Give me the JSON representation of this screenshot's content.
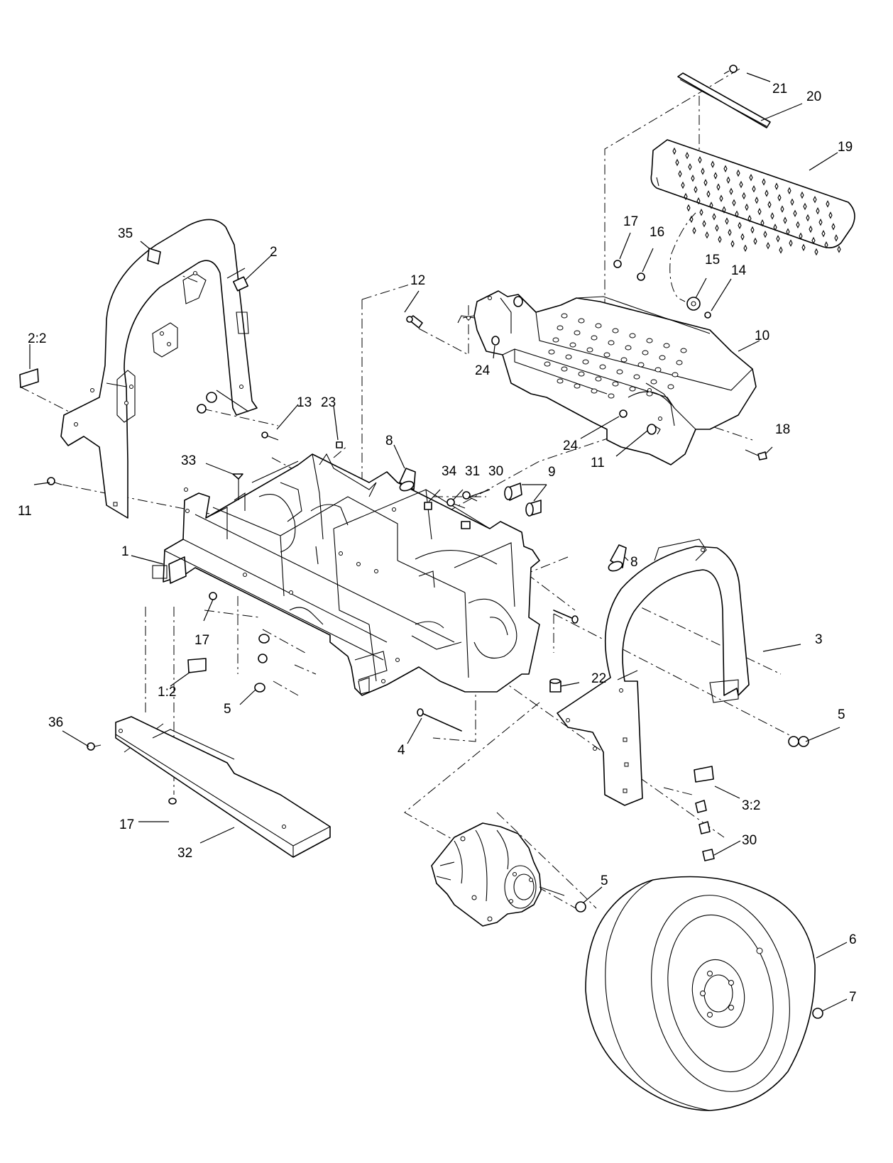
{
  "diagram": {
    "callouts": [
      {
        "id": "c21",
        "text": "21"
      },
      {
        "id": "c20",
        "text": "20"
      },
      {
        "id": "c19",
        "text": "19"
      },
      {
        "id": "c35",
        "text": "35"
      },
      {
        "id": "c2",
        "text": "2"
      },
      {
        "id": "c22_2",
        "text": "2:2"
      },
      {
        "id": "c12",
        "text": "12"
      },
      {
        "id": "c17a",
        "text": "17"
      },
      {
        "id": "c16",
        "text": "16"
      },
      {
        "id": "c15",
        "text": "15"
      },
      {
        "id": "c14",
        "text": "14"
      },
      {
        "id": "c10",
        "text": "10"
      },
      {
        "id": "c24a",
        "text": "24"
      },
      {
        "id": "c13",
        "text": "13"
      },
      {
        "id": "c23",
        "text": "23"
      },
      {
        "id": "c8a",
        "text": "8"
      },
      {
        "id": "c33",
        "text": "33"
      },
      {
        "id": "c34",
        "text": "34"
      },
      {
        "id": "c31",
        "text": "31"
      },
      {
        "id": "c30a",
        "text": "30"
      },
      {
        "id": "c9",
        "text": "9"
      },
      {
        "id": "c24b",
        "text": "24"
      },
      {
        "id": "c11a",
        "text": "11"
      },
      {
        "id": "c18",
        "text": "18"
      },
      {
        "id": "c11b",
        "text": "11"
      },
      {
        "id": "c1",
        "text": "1"
      },
      {
        "id": "c8b",
        "text": "8"
      },
      {
        "id": "c17b",
        "text": "17"
      },
      {
        "id": "c3",
        "text": "3"
      },
      {
        "id": "c1_2",
        "text": "1:2"
      },
      {
        "id": "c22",
        "text": "22"
      },
      {
        "id": "c5a",
        "text": "5"
      },
      {
        "id": "c5b",
        "text": "5"
      },
      {
        "id": "c36",
        "text": "36"
      },
      {
        "id": "c4",
        "text": "4"
      },
      {
        "id": "c3_2",
        "text": "3:2"
      },
      {
        "id": "c17c",
        "text": "17"
      },
      {
        "id": "c32",
        "text": "32"
      },
      {
        "id": "c30b",
        "text": "30"
      },
      {
        "id": "c5c",
        "text": "5"
      },
      {
        "id": "c6",
        "text": "6"
      },
      {
        "id": "c7",
        "text": "7"
      }
    ]
  }
}
